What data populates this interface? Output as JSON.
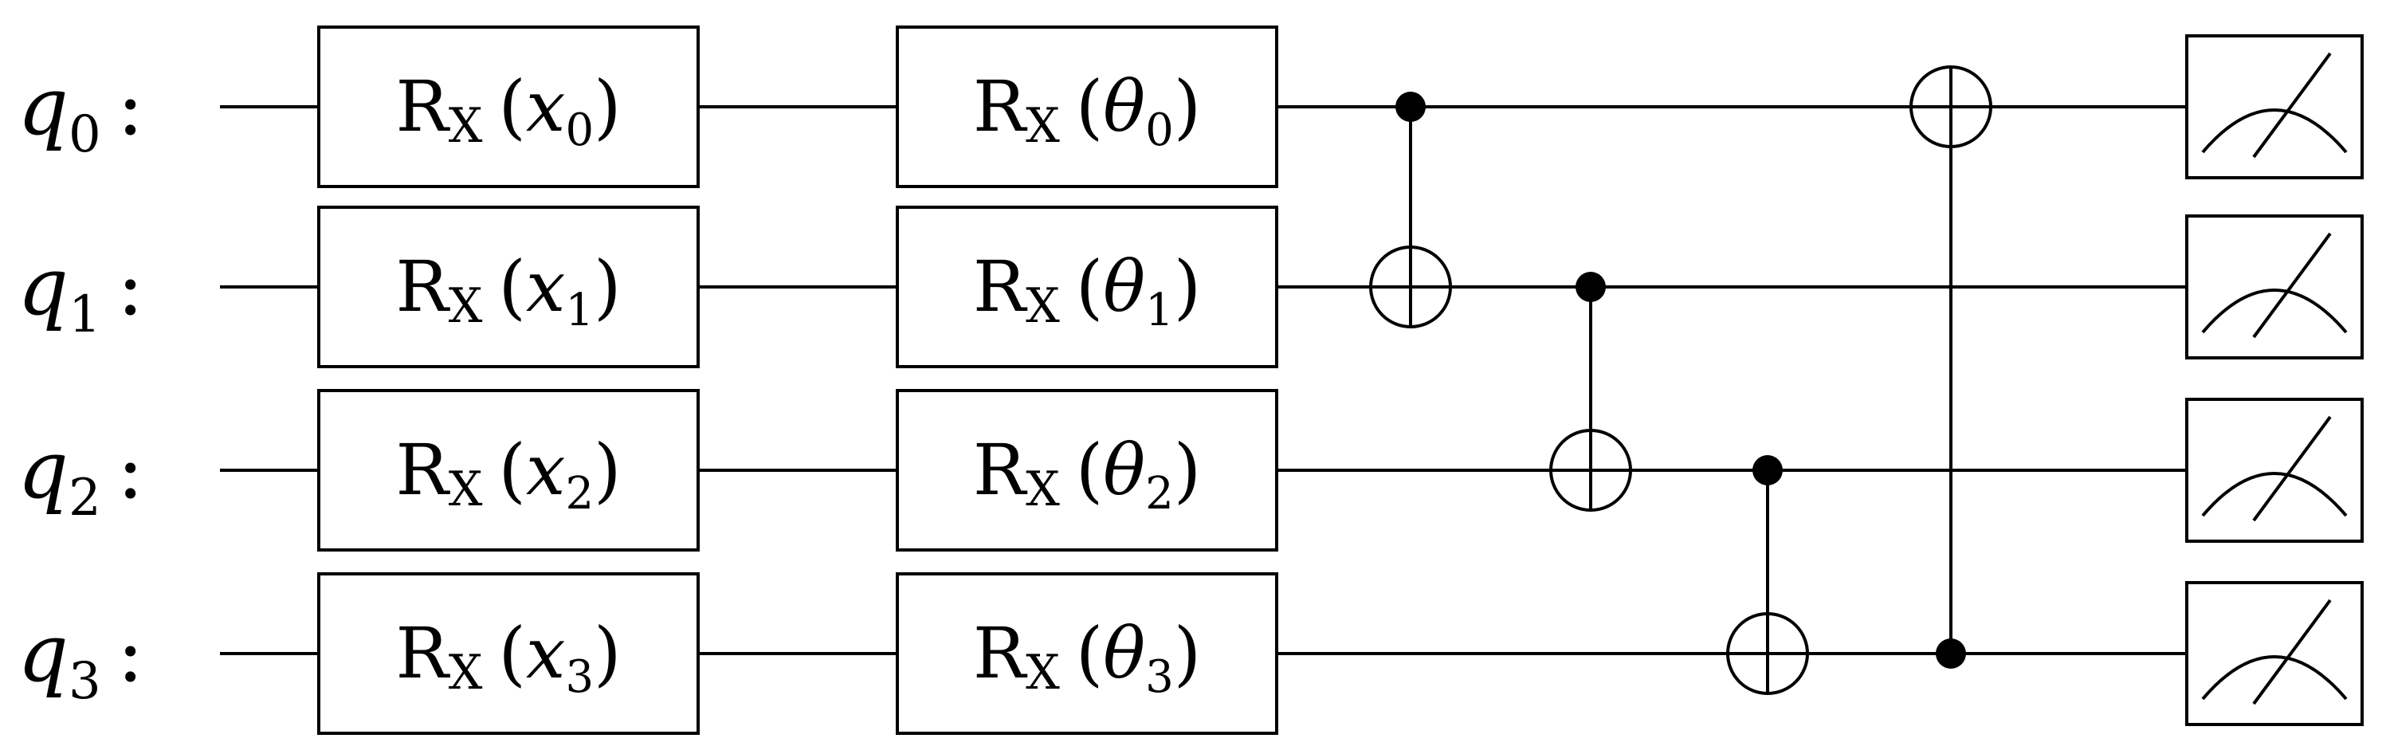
{
  "qubits": [
    {
      "name": "q",
      "index": "0",
      "colon": ":"
    },
    {
      "name": "q",
      "index": "1",
      "colon": ":"
    },
    {
      "name": "q",
      "index": "2",
      "colon": ":"
    },
    {
      "name": "q",
      "index": "3",
      "colon": ":"
    }
  ],
  "encoding_gates": [
    {
      "base": "R",
      "axis": "X",
      "open": "(",
      "arg": "x",
      "arg_index": "0",
      "close": ")"
    },
    {
      "base": "R",
      "axis": "X",
      "open": "(",
      "arg": "x",
      "arg_index": "1",
      "close": ")"
    },
    {
      "base": "R",
      "axis": "X",
      "open": "(",
      "arg": "x",
      "arg_index": "2",
      "close": ")"
    },
    {
      "base": "R",
      "axis": "X",
      "open": "(",
      "arg": "x",
      "arg_index": "3",
      "close": ")"
    }
  ],
  "variational_gates": [
    {
      "base": "R",
      "axis": "X",
      "open": "(",
      "arg": "θ",
      "arg_index": "0",
      "close": ")"
    },
    {
      "base": "R",
      "axis": "X",
      "open": "(",
      "arg": "θ",
      "arg_index": "1",
      "close": ")"
    },
    {
      "base": "R",
      "axis": "X",
      "open": "(",
      "arg": "θ",
      "arg_index": "2",
      "close": ")"
    },
    {
      "base": "R",
      "axis": "X",
      "open": "(",
      "arg": "θ",
      "arg_index": "3",
      "close": ")"
    }
  ],
  "cnots": [
    {
      "control": 0,
      "target": 1
    },
    {
      "control": 1,
      "target": 2
    },
    {
      "control": 2,
      "target": 3
    },
    {
      "control": 3,
      "target": 0
    }
  ],
  "measurements": [
    0,
    1,
    2,
    3
  ]
}
